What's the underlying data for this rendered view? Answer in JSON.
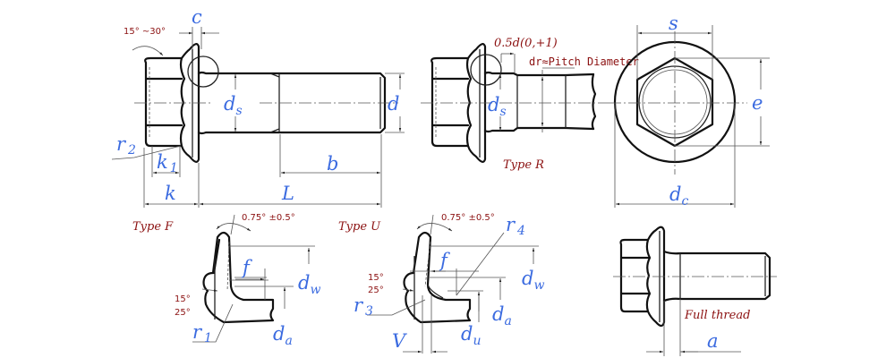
{
  "colors": {
    "label": "#3b6be0",
    "annotation": "#8b1010",
    "line": "#111111"
  },
  "main_view": {
    "angle_head": "15° ~30°",
    "c": "c",
    "d": "d",
    "ds": {
      "main": "d",
      "sub": "s"
    },
    "r2": {
      "main": "r",
      "sub": "2"
    },
    "k1": {
      "main": "k",
      "sub": "1"
    },
    "k": "k",
    "L": "L",
    "b": "b"
  },
  "type_r_view": {
    "length_note": "0.5d(0,+1)",
    "dr_note": "dr≈Pitch Diameter",
    "ds": {
      "main": "d",
      "sub": "s"
    },
    "title": "Type R"
  },
  "top_view": {
    "s": "s",
    "e": "e",
    "dc": {
      "main": "d",
      "sub": "c"
    }
  },
  "type_f_detail": {
    "title": "Type F",
    "angle": "0.75° ±0.5°",
    "angle_low1": "15°",
    "angle_low2": "25°",
    "f": "f",
    "dw": {
      "main": "d",
      "sub": "w"
    },
    "da": {
      "main": "d",
      "sub": "a"
    },
    "r1": {
      "main": "r",
      "sub": "1"
    }
  },
  "type_u_detail": {
    "title": "Type U",
    "angle": "0.75° ±0.5°",
    "angle_low1": "15°",
    "angle_low2": "25°",
    "f": "f",
    "r4": {
      "main": "r",
      "sub": "4"
    },
    "dw": {
      "main": "d",
      "sub": "w"
    },
    "da": {
      "main": "d",
      "sub": "a"
    },
    "r3": {
      "main": "r",
      "sub": "3"
    },
    "V": "V",
    "du": {
      "main": "d",
      "sub": "u"
    }
  },
  "full_thread_view": {
    "title": "Full thread",
    "a": "a"
  }
}
